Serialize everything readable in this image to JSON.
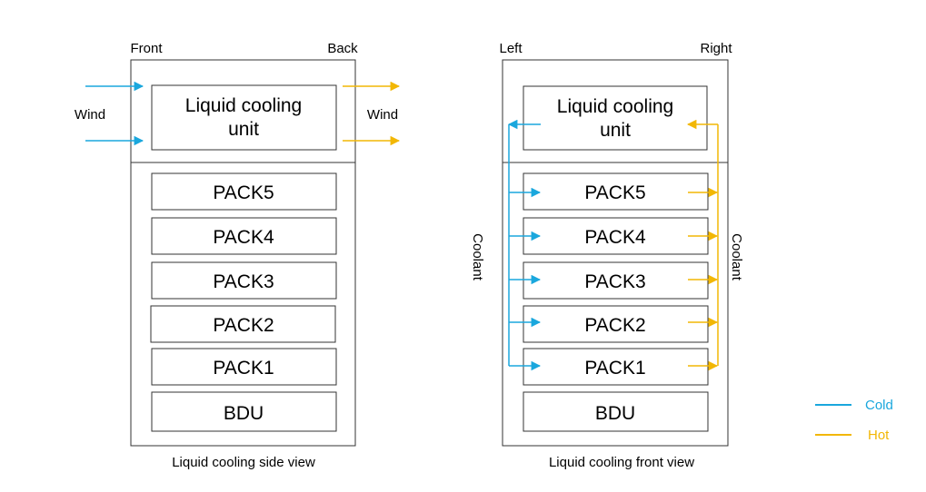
{
  "colors": {
    "cold": "#1aa7dd",
    "hot": "#f2b705",
    "box_stroke": "#333333",
    "text": "#000000"
  },
  "side_view": {
    "label_front": "Front",
    "label_back": "Back",
    "wind_in": "Wind",
    "wind_out": "Wind",
    "unit_line1": "Liquid cooling",
    "unit_line2": "unit",
    "packs": [
      "PACK5",
      "PACK4",
      "PACK3",
      "PACK2",
      "PACK1"
    ],
    "bdu": "BDU",
    "caption": "Liquid cooling side view"
  },
  "front_view": {
    "label_left": "Left",
    "label_right": "Right",
    "coolant_left": "Coolant",
    "coolant_right": "Coolant",
    "unit_line1": "Liquid cooling",
    "unit_line2": "unit",
    "packs": [
      "PACK5",
      "PACK4",
      "PACK3",
      "PACK2",
      "PACK1"
    ],
    "bdu": "BDU",
    "caption": "Liquid cooling front view"
  },
  "legend": {
    "cold": "Cold",
    "hot": "Hot"
  }
}
